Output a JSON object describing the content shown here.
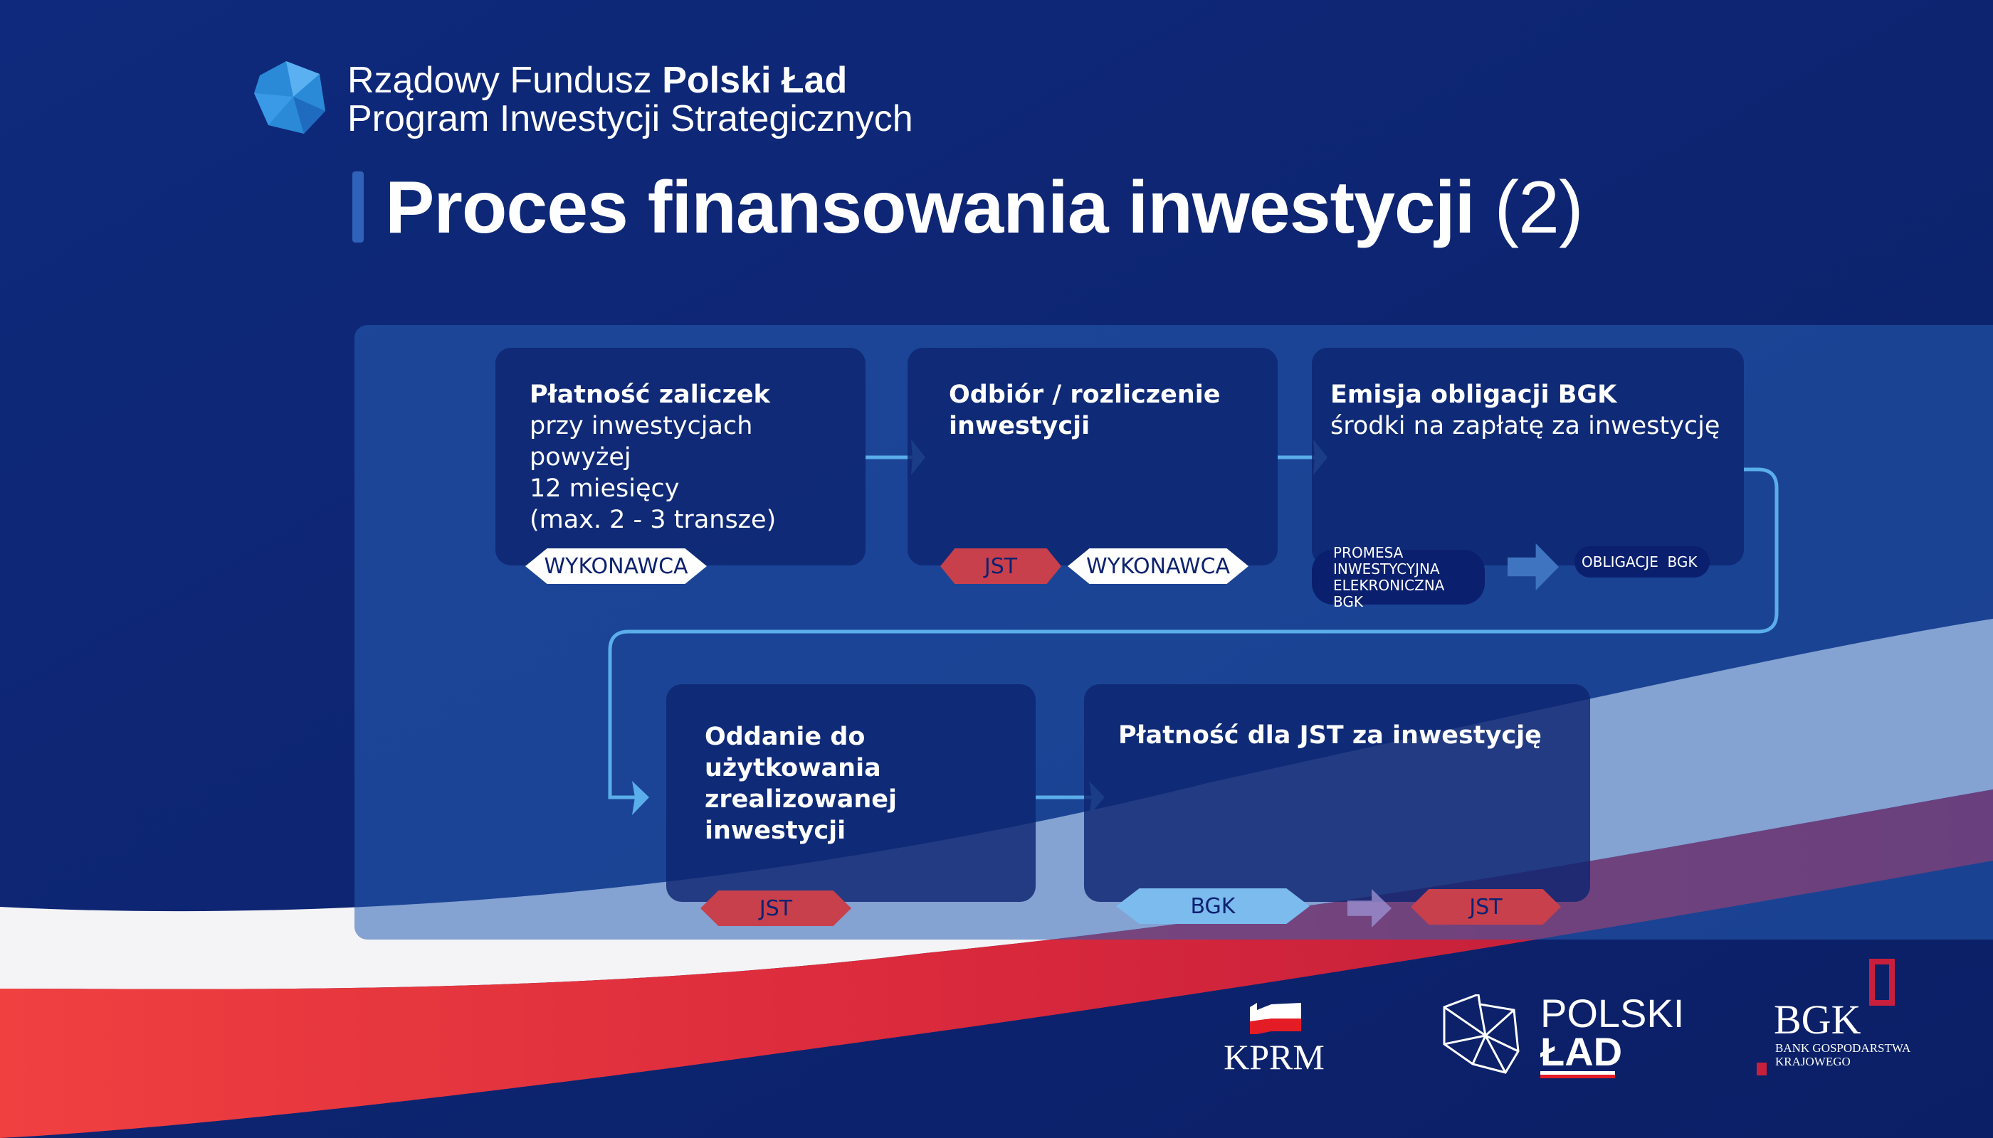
{
  "brand": {
    "line1_regular": "Rządowy Fundusz ",
    "line1_bold": "Polski Ład",
    "line2": "Program Inwestycji Strategicznych"
  },
  "heading": {
    "title": "Proces finansowania inwestycji",
    "number": "(2)"
  },
  "steps": [
    {
      "title": "Płatność zaliczek",
      "body": [
        "przy inwestycjach powyżej",
        "12 miesięcy",
        "(max. 2 - 3 transze)"
      ],
      "tags": [
        "WYKONAWCA"
      ]
    },
    {
      "title": "Odbiór / rozliczenie",
      "body_bold": "inwestycji",
      "tags": [
        "JST",
        "WYKONAWCA"
      ]
    },
    {
      "title": "Emisja obligacji BGK",
      "body": [
        "środki na zapłatę za inwestycję"
      ],
      "promesa": [
        "PROMESA",
        "INWESTYCYJNA",
        "ELEKRONICZNA BGK"
      ],
      "obligacje": "OBLIGACJE  BGK"
    },
    {
      "title": "Oddanie do użytkowania",
      "title2": "zrealizowanej inwestycji",
      "tags": [
        "JST"
      ]
    },
    {
      "title": "Płatność dla JST za inwestycję",
      "tags": [
        "BGK",
        "JST"
      ]
    }
  ],
  "logos": {
    "kprm": "KPRM",
    "polski": "POLSKI",
    "lad": "ŁAD",
    "bgk": "BGK",
    "bgk_sub1": "BANK GOSPODARSTWA",
    "bgk_sub2": "KRAJOWEGO"
  },
  "colors": {
    "background": "#0d2270",
    "red": "#c8404c",
    "light_blue": "#7cbbee",
    "arrow": "#5aaeea"
  }
}
